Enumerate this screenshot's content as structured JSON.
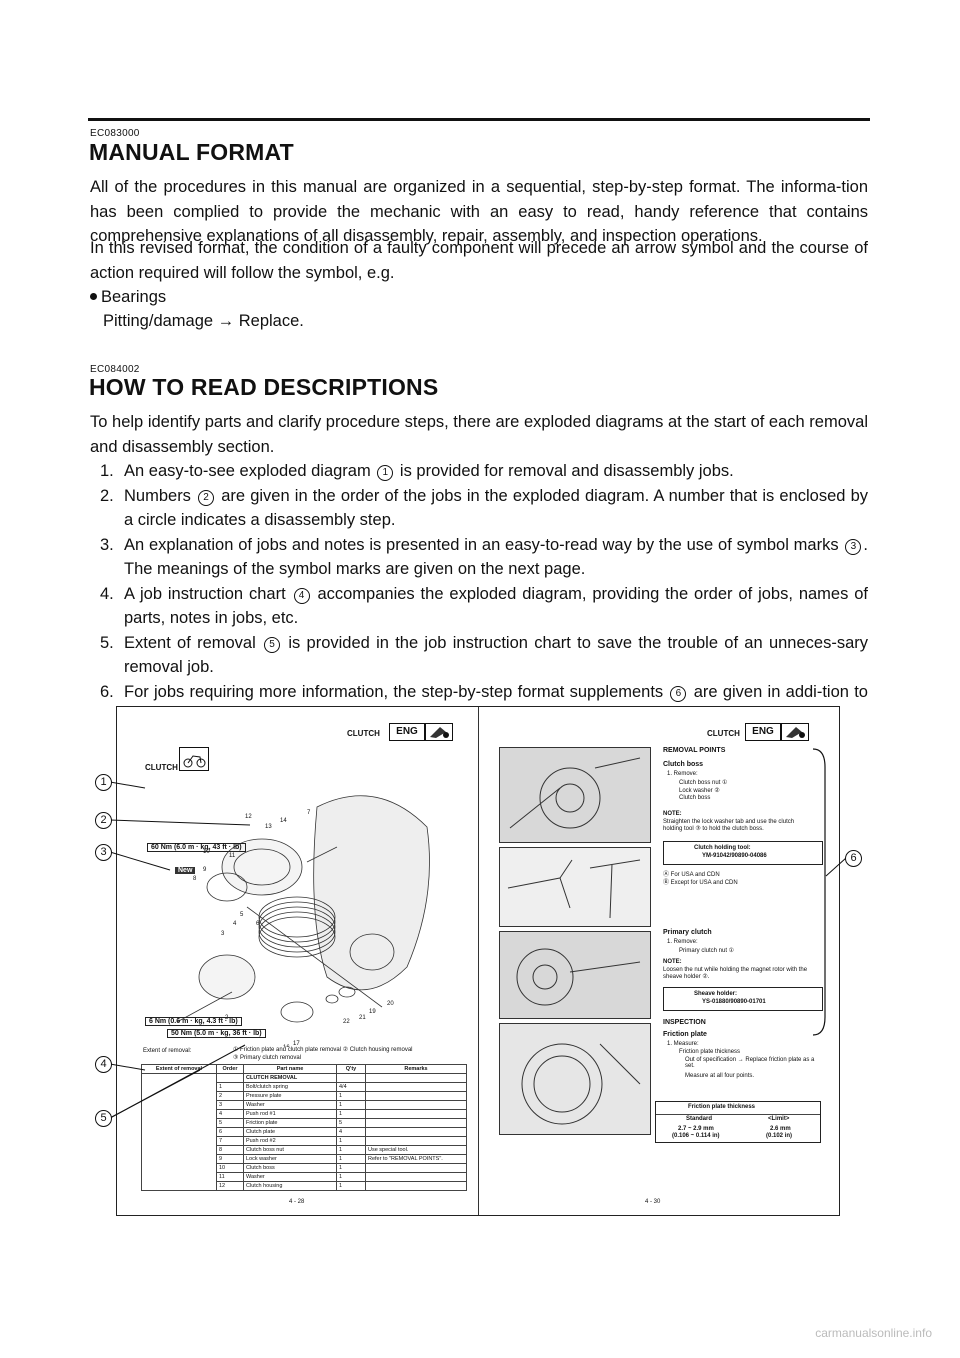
{
  "section1": {
    "code": "EC083000",
    "title": "MANUAL FORMAT",
    "para1": "All of the procedures in this manual are organized in a sequential, step-by-step format. The informa-tion has been complied to provide the mechanic with an easy to read, handy reference that contains comprehensive explanations of all disassembly, repair, assembly, and inspection operations.",
    "para2": "In this revised format, the condition of a faulty component will precede an arrow symbol and the course of action required will follow the symbol, e.g.",
    "bullet": "Bearings",
    "example": "Pitting/damage → Replace."
  },
  "section2": {
    "code": "EC084002",
    "title": "HOW TO READ DESCRIPTIONS",
    "intro": "To help identify parts and clarify procedure steps, there are exploded diagrams at the start of each removal and disassembly section.",
    "items": [
      {
        "n": "1.",
        "pre": "An easy-to-see exploded diagram",
        "c": "1",
        "post": "is provided for removal and disassembly jobs."
      },
      {
        "n": "2.",
        "pre": "Numbers",
        "c": "2",
        "post": "are given in the order of the jobs in the exploded diagram. A number that is enclosed by a circle indicates a disassembly step."
      },
      {
        "n": "3.",
        "pre": "An explanation of jobs and notes is presented in an easy-to-read way by the use of symbol marks",
        "c": "3",
        "post": ". The meanings of the symbol marks are given on the next page."
      },
      {
        "n": "4.",
        "pre": "A job instruction chart",
        "c": "4",
        "post": "accompanies the exploded diagram, providing the order of jobs, names of parts, notes in jobs, etc."
      },
      {
        "n": "5.",
        "pre": "Extent of removal",
        "c": "5",
        "post": "is provided in the job instruction chart to save the trouble of an unneces-sary removal job."
      },
      {
        "n": "6.",
        "pre": "For jobs requiring more information, the step-by-step format supplements",
        "c": "6",
        "post": "are given in addi-tion to the exploded diagram and job instruction chart."
      }
    ]
  },
  "figure": {
    "left": {
      "header": "CLUTCH",
      "eng": "ENG",
      "section": "CLUTCH",
      "torque1": "60 Nm (6.0 m · kg, 43 ft · lb)",
      "new": "New",
      "torque2": "6 Nm (0.6 m · kg, 4.3 ft · lb)",
      "torque3": "50 Nm (5.0 m · kg, 36 ft · lb)",
      "extent_label": "Extent of removal:",
      "extent1": "① Friction plate and clutch plate removal   ② Clutch housing removal",
      "extent2": "③ Primary clutch removal",
      "table_headers": [
        "Extent of removal",
        "Order",
        "Part name",
        "Q'ty",
        "Remarks"
      ],
      "table_title": "CLUTCH REMOVAL",
      "rows": [
        {
          "o": "1",
          "p": "Bolt/clutch spring",
          "q": "4/4",
          "r": ""
        },
        {
          "o": "2",
          "p": "Pressure plate",
          "q": "1",
          "r": ""
        },
        {
          "o": "3",
          "p": "Washer",
          "q": "1",
          "r": ""
        },
        {
          "o": "4",
          "p": "Push rod #1",
          "q": "1",
          "r": ""
        },
        {
          "o": "5",
          "p": "Friction plate",
          "q": "5",
          "r": ""
        },
        {
          "o": "6",
          "p": "Clutch plate",
          "q": "4",
          "r": ""
        },
        {
          "o": "7",
          "p": "Push rod #2",
          "q": "1",
          "r": ""
        },
        {
          "o": "8",
          "p": "Clutch boss nut",
          "q": "1",
          "r": "Use special tool."
        },
        {
          "o": "9",
          "p": "Lock washer",
          "q": "1",
          "r": "Refer to \"REMOVAL POINTS\"."
        },
        {
          "o": "10",
          "p": "Clutch boss",
          "q": "1",
          "r": ""
        },
        {
          "o": "11",
          "p": "Washer",
          "q": "1",
          "r": ""
        },
        {
          "o": "12",
          "p": "Clutch housing",
          "q": "1",
          "r": ""
        }
      ],
      "page": "4 - 28"
    },
    "right": {
      "header": "CLUTCH",
      "eng": "ENG",
      "removal_points": "REMOVAL POINTS",
      "clutch_boss": "Clutch boss",
      "remove1": "1. Remove:",
      "rb1": "Clutch boss nut ①",
      "rb2": "Lock washer ②",
      "rb3": "Clutch boss",
      "note": "NOTE:",
      "note1": "Straighten the lock washer tab and use the clutch holding tool ③ to hold the clutch boss.",
      "tool1": "Clutch holding tool:",
      "tool1b": "YM-91042/90890-04086",
      "usa1": "Ⓐ For USA and CDN",
      "usa2": "Ⓑ Except for USA and CDN",
      "primary": "Primary clutch",
      "remove2": "1. Remove:",
      "pb1": "Primary clutch nut ①",
      "note2": "Loosen the nut while holding the magnet rotor with the sheave holder ②.",
      "tool2": "Sheave holder:",
      "tool2b": "YS-01880/90890-01701",
      "inspection": "INSPECTION",
      "friction": "Friction plate",
      "measure": "1. Measure:",
      "mb1": "Friction plate thickness",
      "mb2": "Out of specification → Replace friction plate as a set.",
      "mb3": "Measure at all four points.",
      "spec_title": "Friction plate thickness",
      "std": "Standard",
      "lim": "<Limit>",
      "stdval": "2.7 ~ 2.9 mm",
      "stdval2": "(0.106 ~ 0.114 in)",
      "limval": "2.6 mm",
      "limval2": "(0.102 in)",
      "page": "4 - 30"
    },
    "callouts": [
      "1",
      "2",
      "3",
      "4",
      "5",
      "6"
    ]
  },
  "footer": "carmanualsonline.info"
}
